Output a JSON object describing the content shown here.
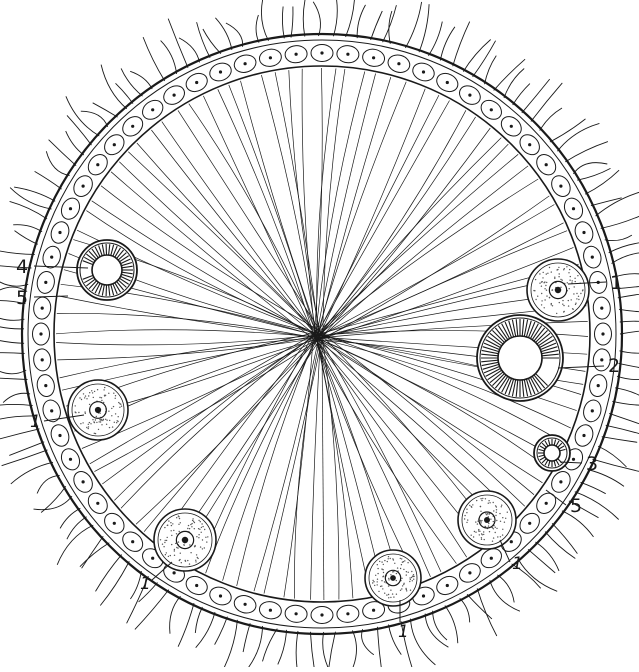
{
  "figure": {
    "labels": [
      {
        "id": "label-1-right",
        "text": "1"
      },
      {
        "id": "label-2",
        "text": "2"
      },
      {
        "id": "label-3",
        "text": "3"
      },
      {
        "id": "label-5-right",
        "text": "5"
      },
      {
        "id": "label-1-lower-right",
        "text": "1"
      },
      {
        "id": "label-1-bottom",
        "text": "1"
      },
      {
        "id": "label-1-lower-left",
        "text": "1"
      },
      {
        "id": "label-1-left",
        "text": "1"
      },
      {
        "id": "label-4",
        "text": "4"
      },
      {
        "id": "label-5-left",
        "text": "5"
      }
    ],
    "colors": {
      "ink": "#1a1a1a",
      "stipple": "#555555"
    }
  }
}
